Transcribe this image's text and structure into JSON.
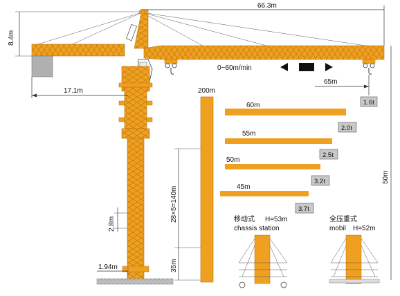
{
  "labels": {
    "total_jib": "66.3m",
    "tower_top": "8.4m",
    "counter_jib": "17.1m",
    "trolley_range": "0~60m/min",
    "min_radius": "65m",
    "height_mast_label": "200m",
    "section_formula": "28×5=140m",
    "base_section": "35m",
    "section_step": "2.8m",
    "base_width": "1.94m",
    "right_height": "50m"
  },
  "capacities": [
    {
      "radius": "60m",
      "load": "2.0t"
    },
    {
      "radius": "55m",
      "load": "2.5t"
    },
    {
      "radius": "50m",
      "load": "3.2t"
    },
    {
      "radius": "45m",
      "load": "3.7t"
    }
  ],
  "tip_load": "1.6t",
  "mobile": {
    "cn": "移动式",
    "h": "H=53m",
    "en": "chassis station"
  },
  "fixed": {
    "cn": "全压重式",
    "en": "mobil",
    "h": "H=52m"
  },
  "colors": {
    "steel": "#f0a020",
    "box": "#c8c8c8"
  }
}
